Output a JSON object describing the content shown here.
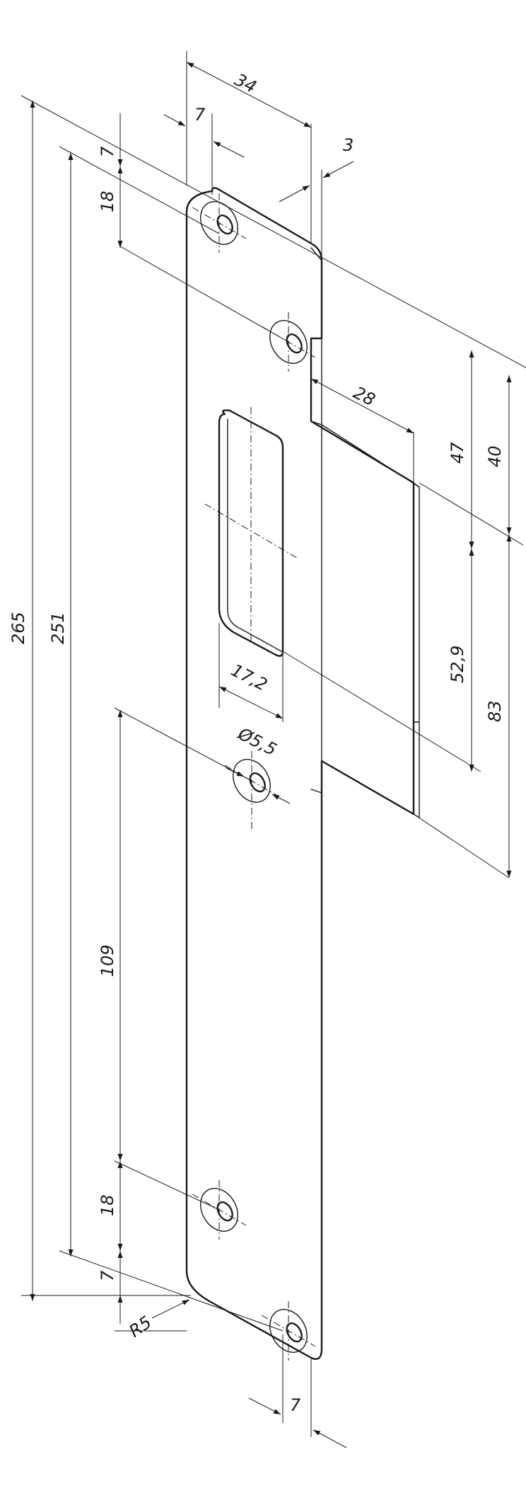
{
  "drawing": {
    "dimensions": {
      "overall_length": "265",
      "hole_span": "251",
      "width": "34",
      "hole_offset_top": "7",
      "hole_offset_left": "7",
      "thickness": "3",
      "hole_pitch_top": "18",
      "lip_depth": "28",
      "lip_height_a": "47",
      "lip_height_b": "40",
      "slot_height": "52,9",
      "lip_lower": "83",
      "slot_width": "17,2",
      "hole_diameter": "Ø5,5",
      "center_to_bottom": "109",
      "hole_pitch_bottom": "18",
      "hole_offset_bottom": "7",
      "corner_radius": "R5",
      "hole_offset_bottom_edge": "7"
    }
  }
}
